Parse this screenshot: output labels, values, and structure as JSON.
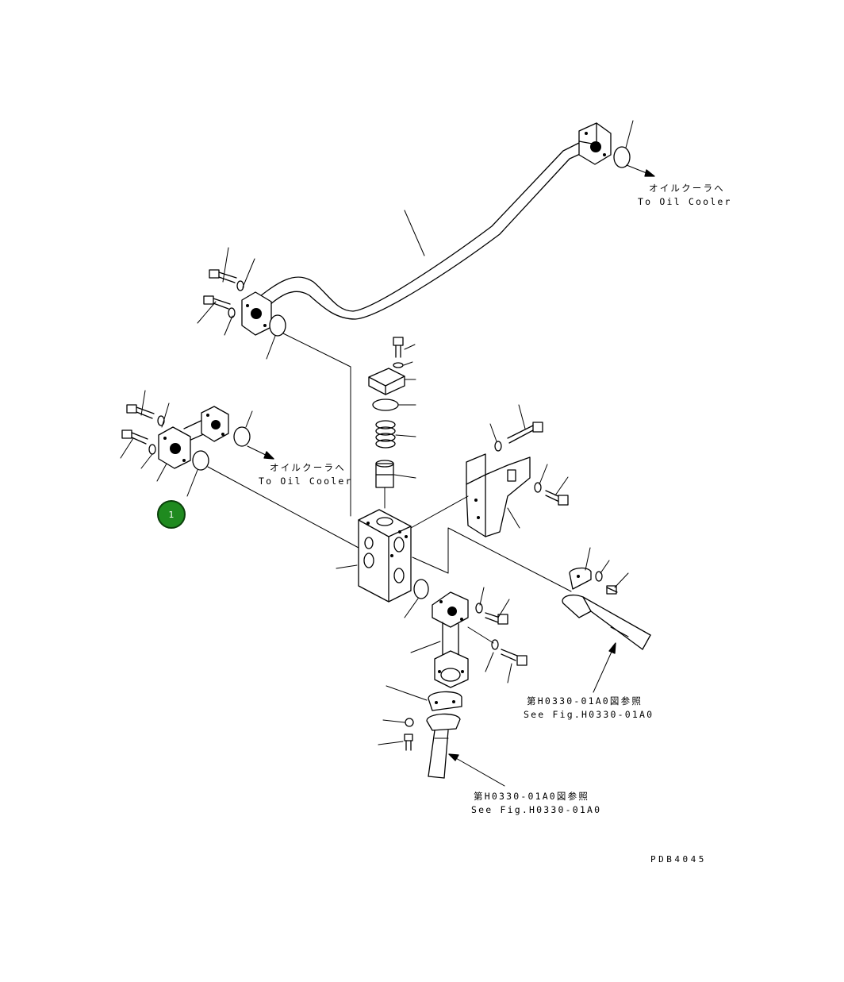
{
  "labels": {
    "oil_cooler_upper_jp": "オイルクーラへ",
    "oil_cooler_upper_en": "To Oil Cooler",
    "oil_cooler_left_jp": "オイルクーラへ",
    "oil_cooler_left_en": "To Oil Cooler",
    "ref_right_jp": "第H0330-01A0図参照",
    "ref_right_en": "See Fig.H0330-01A0",
    "ref_bottom_jp": "第H0330-01A0図参照",
    "ref_bottom_en": "See Fig.H0330-01A0",
    "drawing_code": "PDB4045"
  },
  "callouts": [
    {
      "number": "1"
    }
  ],
  "colors": {
    "callout_fill": "#1f8a1f",
    "callout_border": "#0a3f0a",
    "line": "#000000"
  }
}
